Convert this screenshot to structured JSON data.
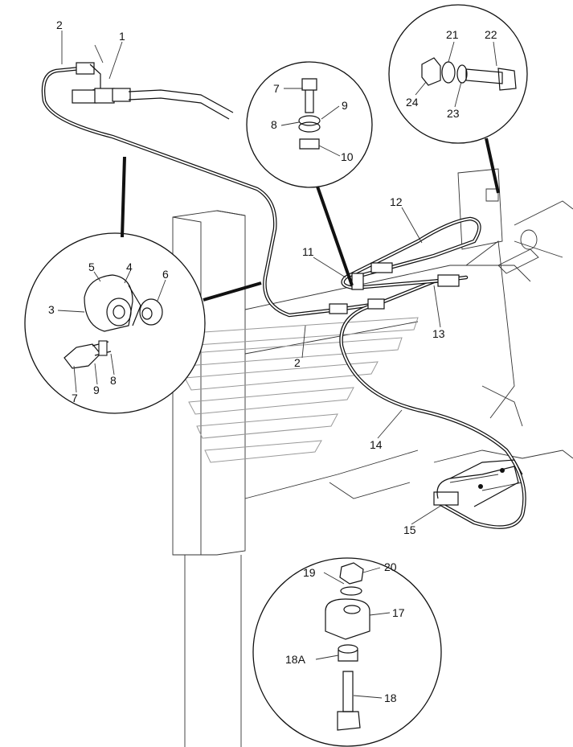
{
  "diagram": {
    "callouts": [
      {
        "id": "c1",
        "text": "1"
      },
      {
        "id": "c2a",
        "text": "2"
      },
      {
        "id": "c2b",
        "text": "2"
      },
      {
        "id": "c3",
        "text": "3"
      },
      {
        "id": "c4",
        "text": "4"
      },
      {
        "id": "c5",
        "text": "5"
      },
      {
        "id": "c6",
        "text": "6"
      },
      {
        "id": "c7a",
        "text": "7"
      },
      {
        "id": "c7b",
        "text": "7"
      },
      {
        "id": "c8a",
        "text": "8"
      },
      {
        "id": "c8b",
        "text": "8"
      },
      {
        "id": "c9a",
        "text": "9"
      },
      {
        "id": "c9b",
        "text": "9"
      },
      {
        "id": "c10",
        "text": "10"
      },
      {
        "id": "c11",
        "text": "11"
      },
      {
        "id": "c12",
        "text": "12"
      },
      {
        "id": "c13",
        "text": "13"
      },
      {
        "id": "c14",
        "text": "14"
      },
      {
        "id": "c15",
        "text": "15"
      },
      {
        "id": "c17",
        "text": "17"
      },
      {
        "id": "c18",
        "text": "18"
      },
      {
        "id": "c18a",
        "text": "18A"
      },
      {
        "id": "c19",
        "text": "19"
      },
      {
        "id": "c20",
        "text": "20"
      },
      {
        "id": "c21",
        "text": "21"
      },
      {
        "id": "c22",
        "text": "22"
      },
      {
        "id": "c23",
        "text": "23"
      },
      {
        "id": "c24",
        "text": "24"
      }
    ]
  }
}
